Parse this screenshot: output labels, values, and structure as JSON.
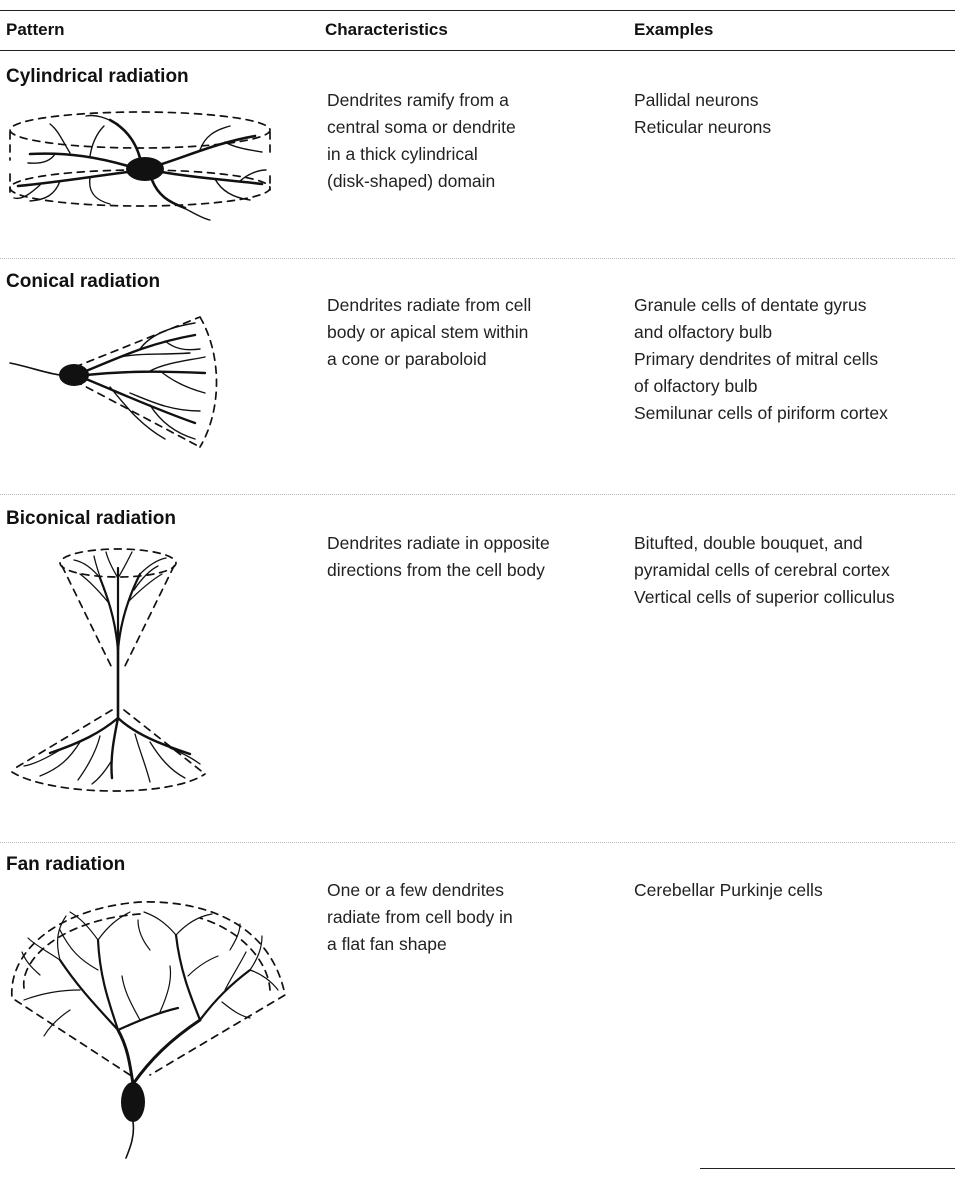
{
  "headers": {
    "pattern": "Pattern",
    "characteristics": "Characteristics",
    "examples": "Examples"
  },
  "rows": [
    {
      "pattern": "Cylindrical radiation",
      "characteristics": "Dendrites ramify from a\ncentral soma or dendrite\nin a thick cylindrical\n(disk-shaped) domain",
      "examples": "Pallidal neurons\nReticular neurons",
      "illustration": "cylindrical-neuron-drawing"
    },
    {
      "pattern": "Conical radiation",
      "characteristics": "Dendrites radiate from cell\nbody or apical stem within\na cone or paraboloid",
      "examples": "Granule cells of dentate gyrus\nand olfactory bulb\nPrimary dendrites of mitral cells\nof olfactory bulb\nSemilunar cells of piriform cortex",
      "illustration": "conical-neuron-drawing"
    },
    {
      "pattern": "Biconical radiation",
      "characteristics": "Dendrites radiate in opposite\ndirections from the cell body",
      "examples": "Bitufted, double bouquet, and\npyramidal cells of cerebral cortex\nVertical cells of superior colliculus",
      "illustration": "biconical-neuron-drawing"
    },
    {
      "pattern": "Fan radiation",
      "characteristics": "One or a few dendrites\nradiate from cell body in\na flat fan shape",
      "examples": "Cerebellar Purkinje cells",
      "illustration": "fan-neuron-drawing"
    }
  ]
}
